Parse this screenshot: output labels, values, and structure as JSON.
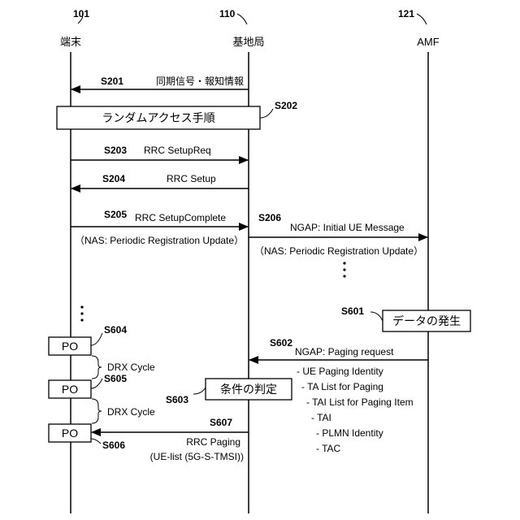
{
  "entities": {
    "terminal": {
      "number": "101",
      "name": "端末"
    },
    "base_station": {
      "number": "110",
      "name": "基地局"
    },
    "amf": {
      "number": "121",
      "name": "AMF"
    }
  },
  "steps": {
    "s201": {
      "id": "S201",
      "label": "同期信号・報知情報"
    },
    "s202": {
      "id": "S202",
      "label": "ランダムアクセス手順"
    },
    "s203": {
      "id": "S203",
      "label": "RRC SetupReq"
    },
    "s204": {
      "id": "S204",
      "label": "RRC Setup"
    },
    "s205": {
      "id": "S205",
      "label": "RRC SetupComplete",
      "sub": "（NAS: Periodic Registration Update）"
    },
    "s206": {
      "id": "S206",
      "label": "NGAP: Initial UE Message",
      "sub": "（NAS: Periodic Registration Update）"
    },
    "s601": {
      "id": "S601",
      "label": "データの発生"
    },
    "s602": {
      "id": "S602",
      "label": "NGAP: Paging request",
      "items": [
        "- UE Paging Identity",
        "- TA List for Paging",
        "- TAI List for Paging Item",
        "- TAI",
        "- PLMN Identity",
        "- TAC"
      ]
    },
    "s603": {
      "id": "S603",
      "label": "条件の判定"
    },
    "s604": {
      "id": "S604",
      "label": "PO"
    },
    "s605": {
      "id": "S605",
      "label": "PO"
    },
    "s606": {
      "id": "S606",
      "label": "PO"
    },
    "s607": {
      "id": "S607",
      "label": "RRC Paging",
      "sub": "(UE-list (5G-S-TMSI))"
    }
  },
  "drx": {
    "label1": "DRX Cycle",
    "label2": "DRX Cycle"
  }
}
